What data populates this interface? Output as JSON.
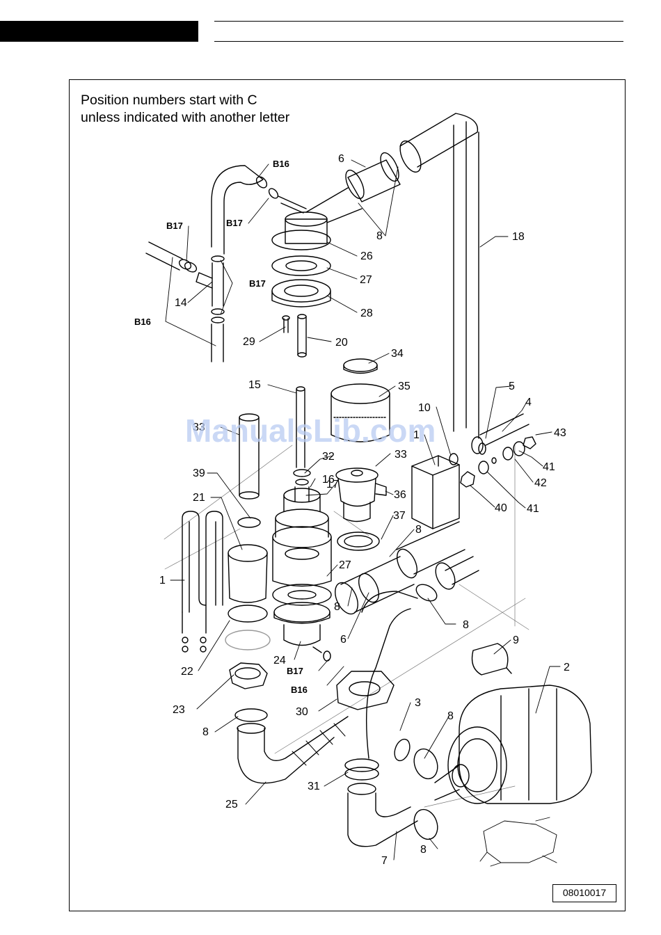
{
  "note_lines": [
    "Position numbers start with C",
    "unless indicated with another letter"
  ],
  "watermark": "ManualsLib.com",
  "doc_id": "08010017",
  "labels": {
    "l_b16a": "B16",
    "l_b17a": "B17",
    "l_b17b": "B17",
    "l_b17c": "B17",
    "l_b16b": "B16",
    "l_14": "14",
    "l_6a": "6",
    "l_8a": "8",
    "l_18": "18",
    "l_26": "26",
    "l_27a": "27",
    "l_28": "28",
    "l_29": "29",
    "l_20": "20",
    "l_34": "34",
    "l_15": "15",
    "l_35": "35",
    "l_10": "10",
    "l_5": "5",
    "l_4": "4",
    "l_33a": "33",
    "l_1a": "1",
    "l_43": "43",
    "l_32": "32",
    "l_33b": "33",
    "l_39": "39",
    "l_16": "16",
    "l_41a": "41",
    "l_42": "42",
    "l_21": "21",
    "l_17": "17",
    "l_36": "36",
    "l_40": "40",
    "l_41b": "41",
    "l_37": "37",
    "l_8b": "8",
    "l_27b": "27",
    "l_1b": "1",
    "l_8c": "8",
    "l_8d": "8",
    "l_6b": "6",
    "l_9": "9",
    "l_24": "24",
    "l_b17d": "B17",
    "l_22": "22",
    "l_b16c": "B16",
    "l_2": "2",
    "l_3": "3",
    "l_23": "23",
    "l_30": "30",
    "l_8e": "8",
    "l_8f": "8",
    "l_31": "31",
    "l_25": "25",
    "l_8g": "8",
    "l_7": "7"
  }
}
